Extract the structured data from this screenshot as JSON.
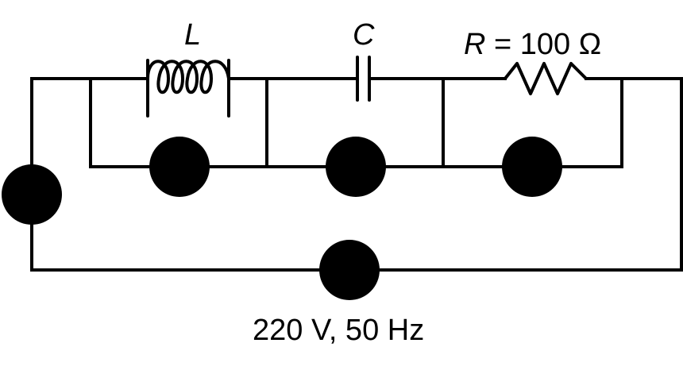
{
  "labels": {
    "inductor": "L",
    "capacitor": "C",
    "resistor_symbol": "R",
    "resistor_value": " = 100 Ω",
    "source": "220 V, 50 Hz"
  },
  "colors": {
    "ink": "#000000",
    "background": "#ffffff"
  }
}
